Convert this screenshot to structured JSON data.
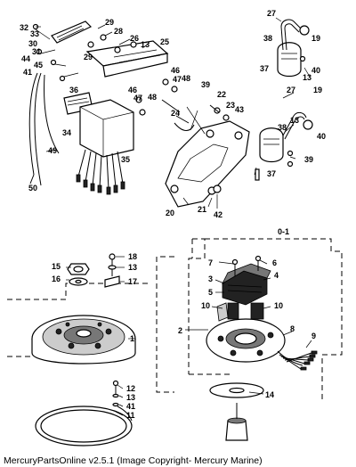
{
  "footer": {
    "copyright_text": "MercuryPartsOnline v2.5.1 (Image Copyright- Mercury Marine)"
  },
  "callouts": {
    "c32": "32",
    "c33": "33",
    "c30": "30",
    "c31": "31",
    "c44": "44",
    "c45": "45",
    "c41": "41",
    "c29a": "29",
    "c29b": "29",
    "c28": "28",
    "c26": "26",
    "c13a": "13",
    "c25": "25",
    "c27a": "27",
    "c38a": "38",
    "c19a": "19",
    "c37a": "37",
    "c13b": "13",
    "c40a": "40",
    "c36": "36",
    "c34": "34",
    "c35": "35",
    "c49": "49",
    "c50": "50",
    "c46a": "46",
    "c47a": "47",
    "c48a": "48",
    "c39a": "39",
    "c46b": "46",
    "c47b": "47",
    "c48b": "48",
    "c24": "24",
    "c22": "22",
    "c23": "23",
    "c43": "43",
    "c27b": "27",
    "c19b": "19",
    "c13c": "13",
    "c40b": "40",
    "c38b": "38",
    "c37b": "37",
    "c39b": "39",
    "c20": "20",
    "c21": "21",
    "c42": "42",
    "c01": "0-1",
    "c7": "7",
    "c6": "6",
    "c3": "3",
    "c4": "4",
    "c5": "5",
    "c10a": "10",
    "c10b": "10",
    "c2": "2",
    "c8": "8",
    "c9": "9",
    "c14": "14",
    "c15": "15",
    "c16": "16",
    "c18": "18",
    "c13d": "13",
    "c17": "17",
    "c1": "1",
    "c12": "12",
    "c13e": "13",
    "c41b": "41",
    "c11": "11"
  }
}
